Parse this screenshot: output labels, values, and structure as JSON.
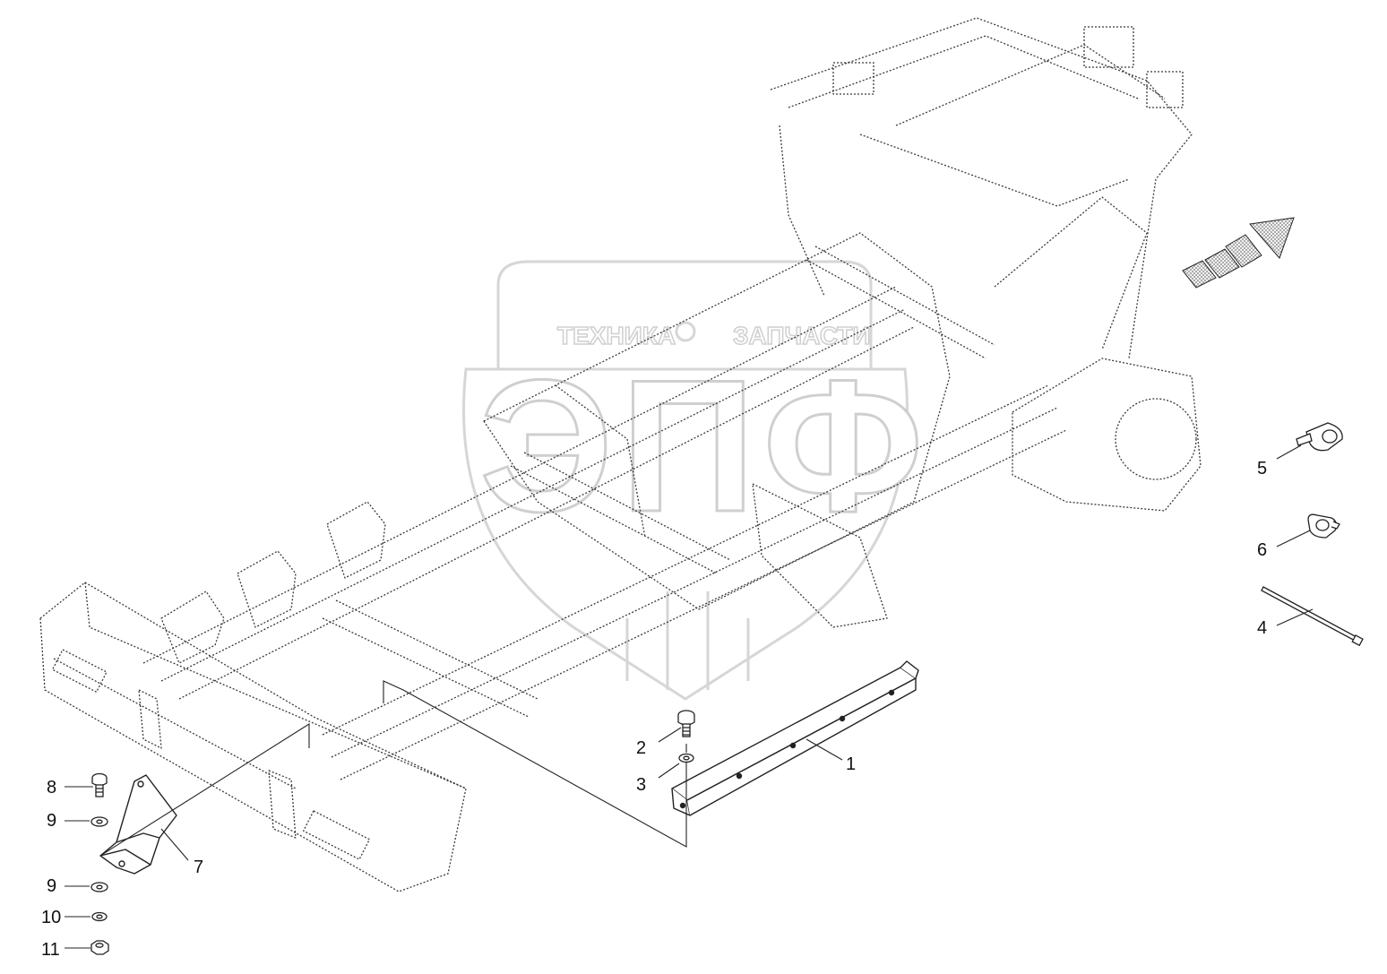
{
  "watermark": {
    "line1_left": "ТЕХНИКА",
    "line1_right": "ЗАПЧАСТИ",
    "logo_letters": "ЭПФ",
    "color": "#d4d4d4"
  },
  "colors": {
    "line": "#222222",
    "frame_line": "#3a3a3a",
    "arrow_fill": "#bdbdbd"
  },
  "callouts": [
    {
      "id": "c1",
      "label": "1"
    },
    {
      "id": "c2",
      "label": "2"
    },
    {
      "id": "c3",
      "label": "3"
    },
    {
      "id": "c4",
      "label": "4"
    },
    {
      "id": "c5",
      "label": "5"
    },
    {
      "id": "c6",
      "label": "6"
    },
    {
      "id": "c7",
      "label": "7"
    },
    {
      "id": "c8",
      "label": "8"
    },
    {
      "id": "c9a",
      "label": "9"
    },
    {
      "id": "c9b",
      "label": "9"
    },
    {
      "id": "c10",
      "label": "10"
    },
    {
      "id": "c11",
      "label": "11"
    }
  ]
}
